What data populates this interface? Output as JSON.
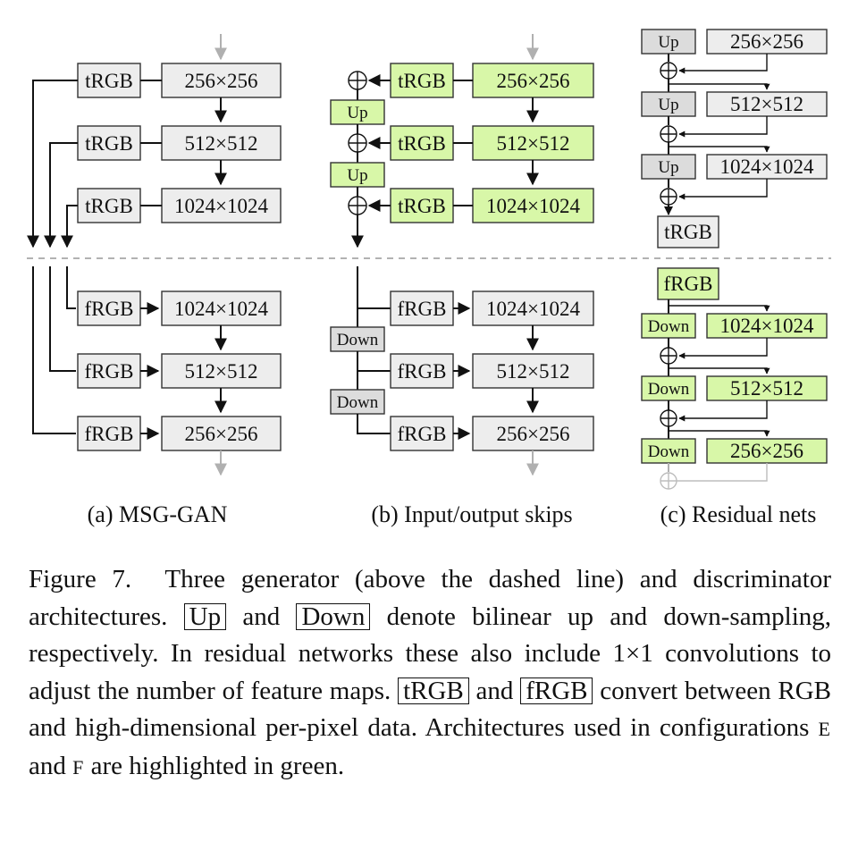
{
  "panels": {
    "a": {
      "caption": "(a) MSG-GAN",
      "gen_res": [
        "256×256",
        "512×512",
        "1024×1024"
      ],
      "disc_res": [
        "1024×1024",
        "512×512",
        "256×256"
      ],
      "to_rgb": "tRGB",
      "from_rgb": "fRGB"
    },
    "b": {
      "caption": "(b) Input/output skips",
      "gen_res": [
        "256×256",
        "512×512",
        "1024×1024"
      ],
      "disc_res": [
        "1024×1024",
        "512×512",
        "256×256"
      ],
      "to_rgb": "tRGB",
      "from_rgb": "fRGB",
      "up": "Up",
      "down": "Down"
    },
    "c": {
      "caption": "(c) Residual nets",
      "gen_res": [
        "256×256",
        "512×512",
        "1024×1024"
      ],
      "disc_res": [
        "1024×1024",
        "512×512",
        "256×256"
      ],
      "to_rgb": "tRGB",
      "from_rgb": "fRGB",
      "up": "Up",
      "down": "Down"
    }
  },
  "caption": {
    "label": "Figure 7.",
    "t1": "Three generator (above the dashed line) and discriminator architectures.",
    "up": "Up",
    "t2": "and",
    "down": "Down",
    "t3": "denote bilinear up and down-sampling, respectively. In residual networks these also include 1×1 convolutions to adjust the number of feature maps.",
    "trgb": "tRGB",
    "t4": "and",
    "frgb": "fRGB",
    "t5": "convert between RGB and high-dimensional per-pixel data. Architectures used in configurations",
    "e": "E",
    "t6": "and",
    "f": "F",
    "t7": "are highlighted in green."
  },
  "colors": {
    "highlight": "#d8f7a8",
    "box": "#ededed",
    "dark_box": "#dcdcdc",
    "dashed": "#999999"
  }
}
